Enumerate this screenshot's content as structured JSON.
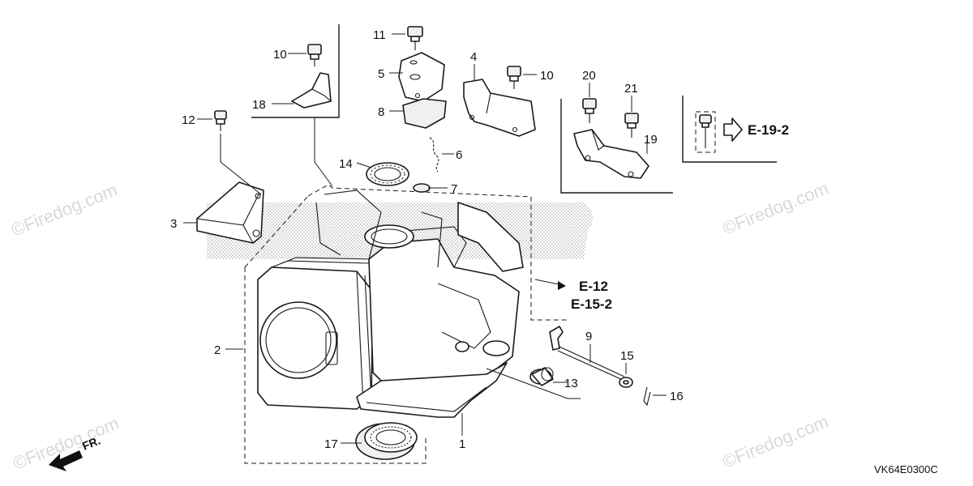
{
  "watermark": "©Firedog.com",
  "diagram_code": "VK64E0300C",
  "front_label": "FR.",
  "refs": {
    "e12": "E-12",
    "e152": "E-15-2",
    "e192": "E-19-2"
  },
  "callouts": {
    "c1": "1",
    "c2": "2",
    "c3": "3",
    "c4": "4",
    "c5": "5",
    "c6": "6",
    "c7": "7",
    "c8": "8",
    "c9": "9",
    "c10a": "10",
    "c10b": "10",
    "c11": "11",
    "c12": "12",
    "c13": "13",
    "c14": "14",
    "c15": "15",
    "c16": "16",
    "c17": "17",
    "c18": "18",
    "c19": "19",
    "c20": "20",
    "c21": "21"
  }
}
